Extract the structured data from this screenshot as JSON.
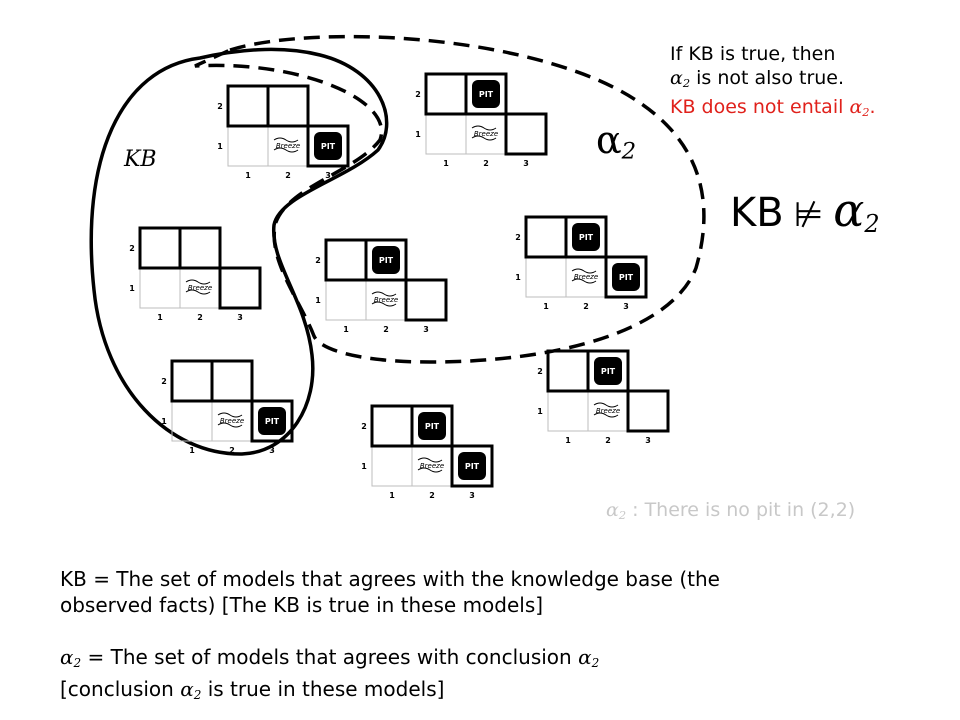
{
  "note": {
    "line1": "If KB is true, then",
    "line2_symbol": "α",
    "line2_sub": "2",
    "line2_text": " is not also true.",
    "line3_text": "KB does not entail ",
    "line3_symbol": "α",
    "line3_sub": "2",
    "line3_end": ".",
    "highlight_color": "#e0211b"
  },
  "region_labels": {
    "kb": "KB",
    "alpha": "α",
    "alpha_sub": "2"
  },
  "entailment": {
    "lhs": "KB",
    "symbol": "⊭",
    "rhs": "α",
    "rhs_sub": "2"
  },
  "definition": {
    "symbol": "α",
    "sub": "2",
    "text": " : There is no pit in (2,2)"
  },
  "description": {
    "kb_line1": "KB = The set of models that agrees with the knowledge base (the",
    "kb_line2": "observed facts) [The KB is true in these models]",
    "alpha_symbol": "α",
    "alpha_sub": "2",
    "alpha_line1": " = The set of models that agrees with conclusion ",
    "alpha_line1_symbol": "α",
    "alpha_line1_sub": "2",
    "alpha_line2_start": "[conclusion ",
    "alpha_line2_symbol": "α",
    "alpha_line2_sub": "2",
    "alpha_line2_end": " is true in these models]"
  },
  "grid_labels": {
    "pit": "PIT",
    "breeze": "Breeze",
    "rows": [
      "1",
      "2"
    ],
    "cols": [
      "1",
      "2",
      "3"
    ]
  },
  "models": [
    {
      "id": "m1",
      "pit_22": false,
      "pit_31": true
    },
    {
      "id": "m2",
      "pit_22": true,
      "pit_31": false
    },
    {
      "id": "m3",
      "pit_22": false,
      "pit_31": false
    },
    {
      "id": "m4",
      "pit_22": true,
      "pit_31": false
    },
    {
      "id": "m5",
      "pit_22": true,
      "pit_31": true
    },
    {
      "id": "m6",
      "pit_22": false,
      "pit_31": true
    },
    {
      "id": "m7",
      "pit_22": true,
      "pit_31": true
    },
    {
      "id": "m8",
      "pit_22": true,
      "pit_31": false
    }
  ]
}
